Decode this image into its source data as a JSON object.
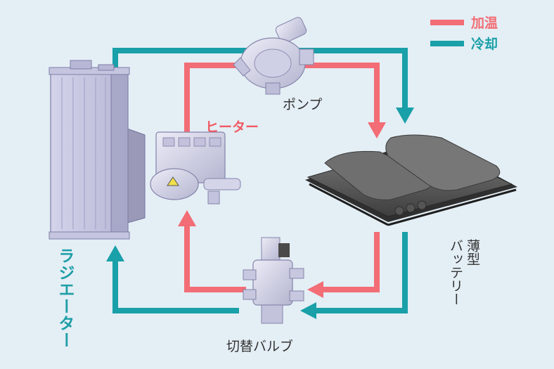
{
  "colors": {
    "heating": "#f26d75",
    "cooling": "#19a0a8",
    "background": "#e4eef5"
  },
  "legend": [
    {
      "label": "加温",
      "color": "#f26d75"
    },
    {
      "label": "冷却",
      "color": "#19a0a8"
    }
  ],
  "labels": {
    "pump": "ポンプ",
    "heater": "ヒーター",
    "radiator": "ラジエーター",
    "battery_line1": "薄型",
    "battery_line2": "バッテリー",
    "valve": "切替バルブ"
  },
  "components": {
    "pump": "pump-icon",
    "heater": "heater-icon",
    "radiator": "radiator-icon",
    "battery": "battery-icon",
    "valve": "valve-icon"
  }
}
